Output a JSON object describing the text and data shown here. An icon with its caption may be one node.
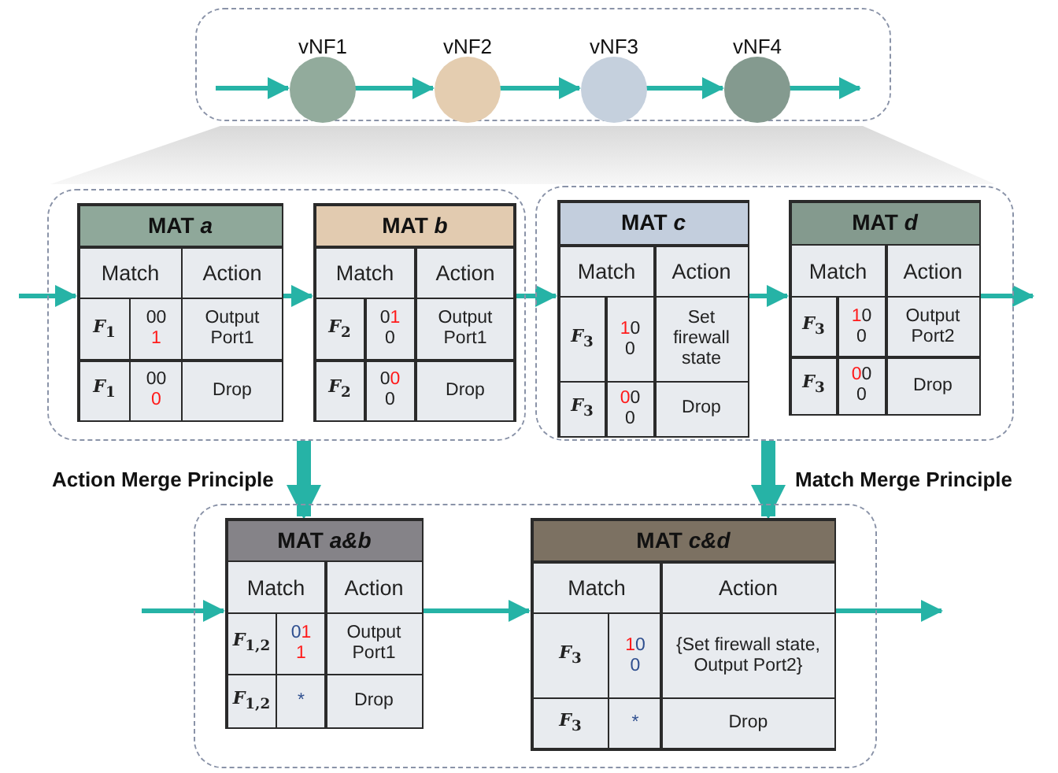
{
  "diagram": {
    "nodes": [
      {
        "text": [],
        "shape": "box"
      },
      {
        "text": [
          "vNF1"
        ],
        "in": 0
      },
      {
        "text": [
          "vNF2"
        ],
        "in": 0
      },
      {
        "text": [
          "vNF3"
        ],
        "in": 0
      },
      {
        "text": [
          "vNF4"
        ],
        "in": 0
      },
      {
        "text": [],
        "shape": "box"
      },
      {
        "text": [
          "MAT *a*",
          "Match",
          "Action",
          "*F*$_{1}$",
          "00 1",
          "Output Port1",
          "*F*$_{1}$",
          "00 0",
          "Drop"
        ],
        "in": 5
      },
      {
        "text": [
          "MAT *b*",
          "Match",
          "Action",
          "*F*$_{2}$",
          "01 0",
          "Output Port1",
          "*F*$_{2}$",
          "00 0",
          "Drop"
        ],
        "in": 5
      },
      {
        "text": [],
        "shape": "box"
      },
      {
        "text": [
          "MAT *c*",
          "Match",
          "Action",
          "*F*$_{3}$",
          "10 0",
          "Set firewall state",
          "*F*$_{3}$",
          "00 0",
          "Drop"
        ],
        "in": 8
      },
      {
        "text": [
          "MAT *d*",
          "Match",
          "Action",
          "*F*$_{3}$",
          "10 0",
          "Output Port2",
          "*F*$_{3}$",
          "00 0",
          "Drop"
        ],
        "in": 8
      },
      {
        "text": [],
        "shape": "box"
      },
      {
        "text": [
          "MAT *a&b*",
          "Match",
          "Action",
          "*F*$_{1,2}$",
          "01 1",
          "Output Port1",
          "*F*$_{1,2}$",
          "*",
          "Drop"
        ],
        "in": 11
      },
      {
        "text": [
          "MAT *c&d*",
          "Match",
          "Action",
          "*F*$_{3}$",
          "10 0",
          "{Set firewall state, Output Port2}",
          "*F*$_{3}$",
          "*",
          "Drop"
        ],
        "in": 11
      },
      {
        "text": [],
        "shape": "trapezoid"
      }
    ],
    "edges": [
      {
        "from": null,
        "to": 1,
        "arrow": "to"
      },
      {
        "from": 1,
        "to": 2,
        "arrow": "to"
      },
      {
        "from": 2,
        "to": 3,
        "arrow": "to"
      },
      {
        "from": 3,
        "to": 4,
        "arrow": "to"
      },
      {
        "from": 4,
        "to": null,
        "arrow": "to"
      },
      {
        "from": null,
        "to": 6,
        "arrow": "to"
      },
      {
        "from": 6,
        "to": 7,
        "arrow": "to"
      },
      {
        "from": 7,
        "to": 9,
        "arrow": "to"
      },
      {
        "from": 9,
        "to": 10,
        "arrow": "to"
      },
      {
        "from": 10,
        "to": null,
        "arrow": "to"
      },
      {
        "from": 5,
        "to": 12,
        "arrow": "to",
        "label": "Action Merge Principle",
        "style": "thick"
      },
      {
        "from": 8,
        "to": 13,
        "arrow": "to",
        "label": "Match Merge Principle",
        "style": "thick"
      },
      {
        "from": null,
        "to": 12,
        "arrow": "to"
      },
      {
        "from": 12,
        "to": 13,
        "arrow": "to"
      },
      {
        "from": 13,
        "to": null,
        "arrow": "to"
      }
    ]
  }
}
